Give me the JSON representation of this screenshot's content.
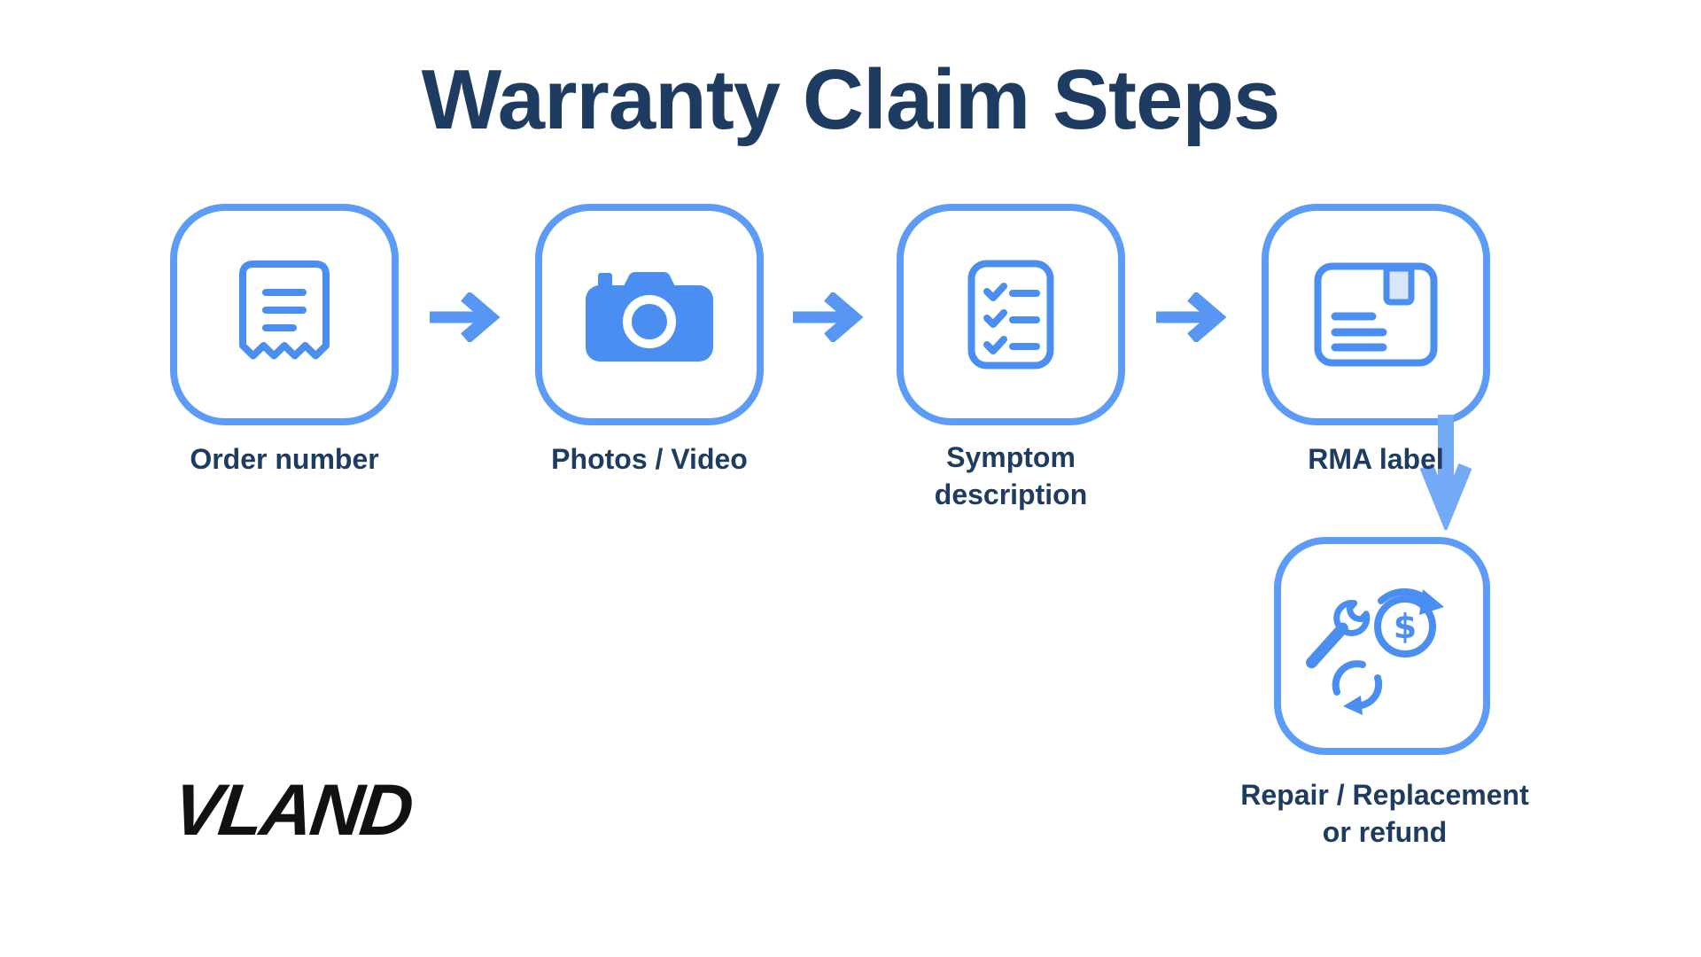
{
  "title": "Warranty Claim Steps",
  "steps": [
    {
      "id": "order-number",
      "label": "Order number",
      "icon": "receipt-icon"
    },
    {
      "id": "photos-video",
      "label": "Photos / Video",
      "icon": "camera-icon"
    },
    {
      "id": "symptom-description",
      "label": "Symptom description",
      "icon": "checklist-icon"
    },
    {
      "id": "rma-label",
      "label": "RMA label",
      "icon": "package-icon"
    },
    {
      "id": "repair-replacement-refund",
      "label": "Repair / Replacement or refund",
      "icon": "repair-refund-icon"
    }
  ],
  "flow": {
    "horizontal": [
      "order-number",
      "photos-video",
      "symptom-description",
      "rma-label"
    ],
    "vertical": [
      "rma-label",
      "repair-replacement-refund"
    ]
  },
  "brand": {
    "logo_text": "VLAND"
  },
  "colors": {
    "background": "#ffffff",
    "box_border_blue": "#5c9cf6",
    "icon_blue": "#4a8ef1",
    "icon_light_fill": "#d8e6fa",
    "arrow_blue": "#5896f3",
    "down_arrow_blue": "#72aaf8",
    "heading_navy": "#1e3b61",
    "logo_black": "#111111"
  }
}
